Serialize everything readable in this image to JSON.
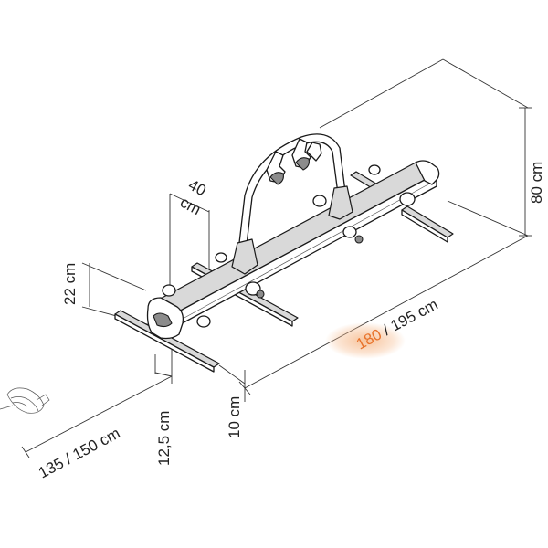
{
  "dimensions": {
    "height_total": "80 cm",
    "length": "180 / 195 cm",
    "width": "135 / 150 cm",
    "mount_height_1": "22 cm",
    "mount_height_2": "12,5 cm",
    "rail_offset": "10 cm",
    "arm_spacing_value": "40",
    "arm_spacing_unit": "cm"
  },
  "colors": {
    "highlight_text": "#e8722a",
    "highlight_glow": "#f6b98a",
    "line": "#333333"
  },
  "icons": {
    "small_sketch": "caravan-drawbar-icon"
  }
}
